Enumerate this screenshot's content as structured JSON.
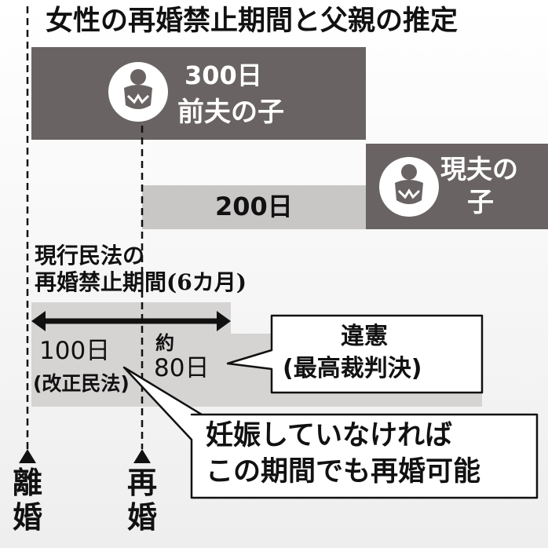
{
  "title": "女性の再婚禁止期間と父親の推定",
  "bar_300": {
    "days": "300日",
    "label": "前夫の子",
    "icon": "baby-icon",
    "color": "#6a6363"
  },
  "bar_current": {
    "label_line1": "現夫の",
    "label_line2": "子",
    "icon": "baby-icon",
    "color": "#6a6363"
  },
  "bar_200": {
    "days": "200日",
    "color": "#c9c6c6"
  },
  "old_law": {
    "line1": "現行民法の",
    "line2": "再婚禁止期間(6カ月)"
  },
  "period_100": {
    "days": "100日",
    "note": "(改正民法)"
  },
  "period_80": {
    "approx": "約",
    "days": "80日"
  },
  "callout_unconstitutional": {
    "line1": "違憲",
    "line2": "(最高裁判決)"
  },
  "callout_remarry": {
    "line1": "妊娠していなければ",
    "line2": "この期間でも再婚可能"
  },
  "marker_divorce": {
    "line1": "離",
    "line2": "婚"
  },
  "marker_remarriage": {
    "line1": "再",
    "line2": "婚"
  }
}
